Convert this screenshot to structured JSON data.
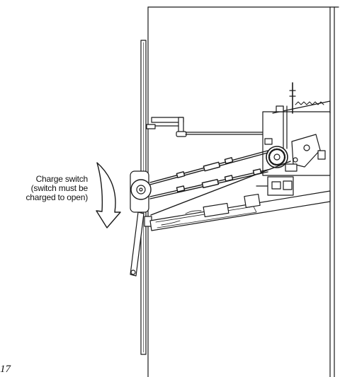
{
  "callout": {
    "line1": "Charge switch",
    "line2": "(switch must be",
    "line3": "charged to open)"
  },
  "page_number": "17",
  "icons": {
    "charge_direction": "curved-arrow-down-icon"
  },
  "colors": {
    "line": "#1a1a1a",
    "background": "#ffffff"
  }
}
